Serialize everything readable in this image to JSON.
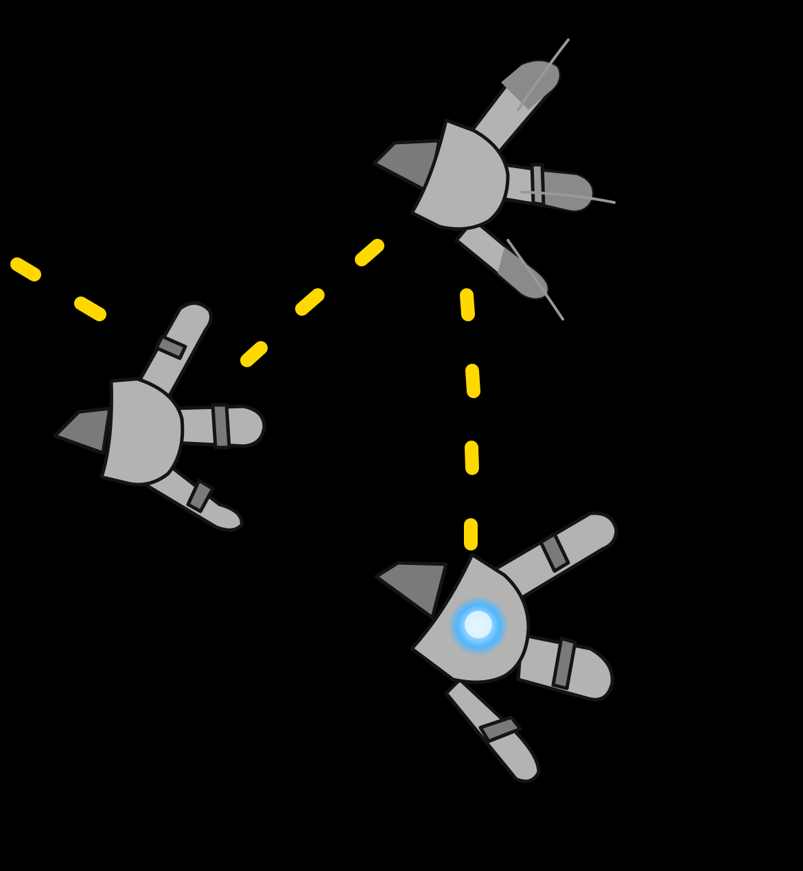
{
  "scene": {
    "background": "#000000",
    "path_color": "#ffd800",
    "hand_fill": "#b3b3b3",
    "hand_shadow": "#7a7a7a",
    "hand_outline": "#141414",
    "glow_color": "#4fb6ff"
  },
  "hands": [
    {
      "name": "robot-hand-left",
      "has_glow": false,
      "has_motion_lines": false
    },
    {
      "name": "robot-hand-top-right",
      "has_glow": false,
      "has_motion_lines": true
    },
    {
      "name": "robot-hand-bottom-right",
      "has_glow": true,
      "has_motion_lines": false
    }
  ],
  "path": {
    "style": "dashed"
  }
}
